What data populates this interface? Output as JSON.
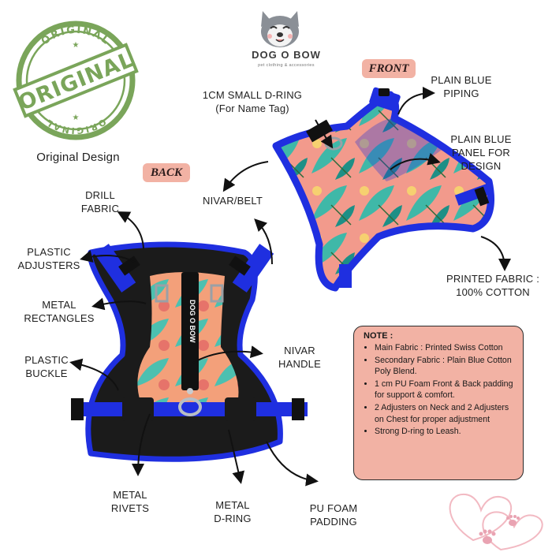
{
  "brand": {
    "name": "DOG O BOW",
    "tagline": "pet clothing & accessories"
  },
  "stamp": {
    "top_arc": "ORIGINAL",
    "center": "ORIGINAL",
    "bottom_arc": "ORIGINAL"
  },
  "original_design": "Original Design",
  "front_tag": "FRONT",
  "back_tag": "BACK",
  "labels": {
    "small_d_ring_line1": "1CM SMALL D-RING",
    "small_d_ring_line2": "(For Name Tag)",
    "plain_blue_piping_line1": "PLAIN BLUE",
    "plain_blue_piping_line2": "PIPING",
    "plain_blue_panel_line1": "PLAIN BLUE",
    "plain_blue_panel_line2": "PANEL FOR",
    "plain_blue_panel_line3": "DESIGN",
    "nivar_belt": "NIVAR/BELT",
    "drill_fabric_line1": "DRILL",
    "drill_fabric_line2": "FABRIC",
    "plastic_adjusters_line1": "PLASTIC",
    "plastic_adjusters_line2": "ADJUSTERS",
    "metal_rectangles_line1": "METAL",
    "metal_rectangles_line2": "RECTANGLES",
    "plastic_buckle_line1": "PLASTIC",
    "plastic_buckle_line2": "BUCKLE",
    "nivar_handle_line1": "NIVAR",
    "nivar_handle_line2": "HANDLE",
    "printed_fabric_line1": "PRINTED FABRIC :",
    "printed_fabric_line2": "100% COTTON",
    "metal_rivets_line1": "METAL",
    "metal_rivets_line2": "RIVETS",
    "metal_d_ring_line1": "METAL",
    "metal_d_ring_line2": "D-RING",
    "pu_foam_line1": "PU FOAM",
    "pu_foam_line2": "PADDING"
  },
  "note": {
    "title": "NOTE :",
    "items": [
      "Main Fabric : Printed Swiss Cotton",
      "Secondary Fabric : Plain Blue Cotton Poly Blend.",
      "1 cm PU Foam Front & Back padding for support & comfort.",
      "2 Adjusters on Neck and 2 Adjusters on Chest for proper adjustment",
      "Strong D-ring to Leash."
    ]
  },
  "strap_text": "DOG O BOW",
  "colors": {
    "royal_blue": "#1f2fe0",
    "black_padding": "#1b1b1b",
    "note_bg": "#f2b2a4",
    "stamp_green": "#7aa55a",
    "print_teal": "#3fb8a8",
    "print_pink": "#f29a8c"
  }
}
